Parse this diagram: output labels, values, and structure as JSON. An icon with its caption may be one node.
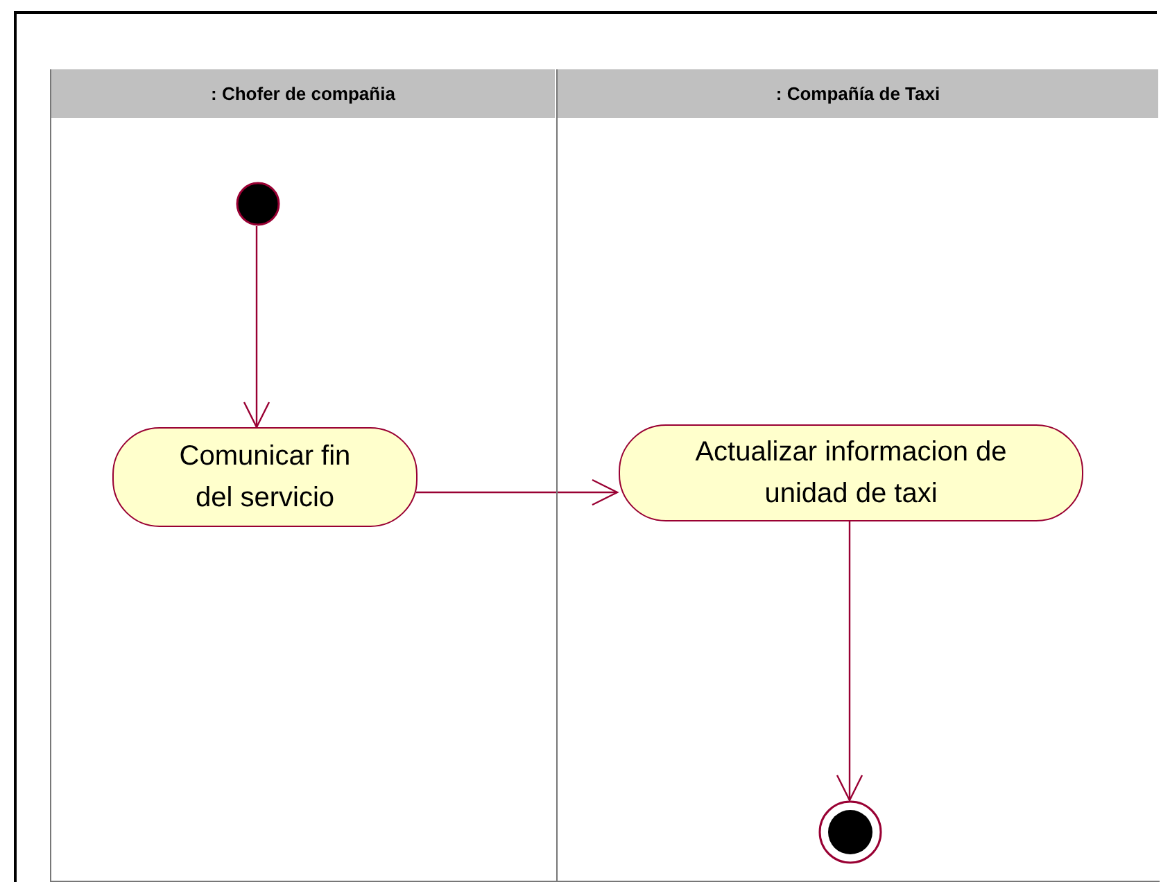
{
  "diagram": {
    "nodes": [
      {
        "text": [
          ": Chofer de compañia"
        ]
      },
      {
        "text": [
          ": Compañía de Taxi"
        ]
      },
      {
        "text": [],
        "shape": "circle",
        "in": 0
      },
      {
        "text": [
          "Comunicar fin del servicio"
        ],
        "in": 0
      },
      {
        "text": [
          "Actualizar informacion de unidad de taxi"
        ],
        "in": 1
      },
      {
        "text": [],
        "shape": "circle",
        "in": 1
      }
    ],
    "edges": [
      {
        "from": 2,
        "to": 3,
        "arrow": "to"
      },
      {
        "from": 3,
        "to": 4,
        "arrow": "to"
      },
      {
        "from": 4,
        "to": 5,
        "arrow": "to"
      }
    ]
  }
}
